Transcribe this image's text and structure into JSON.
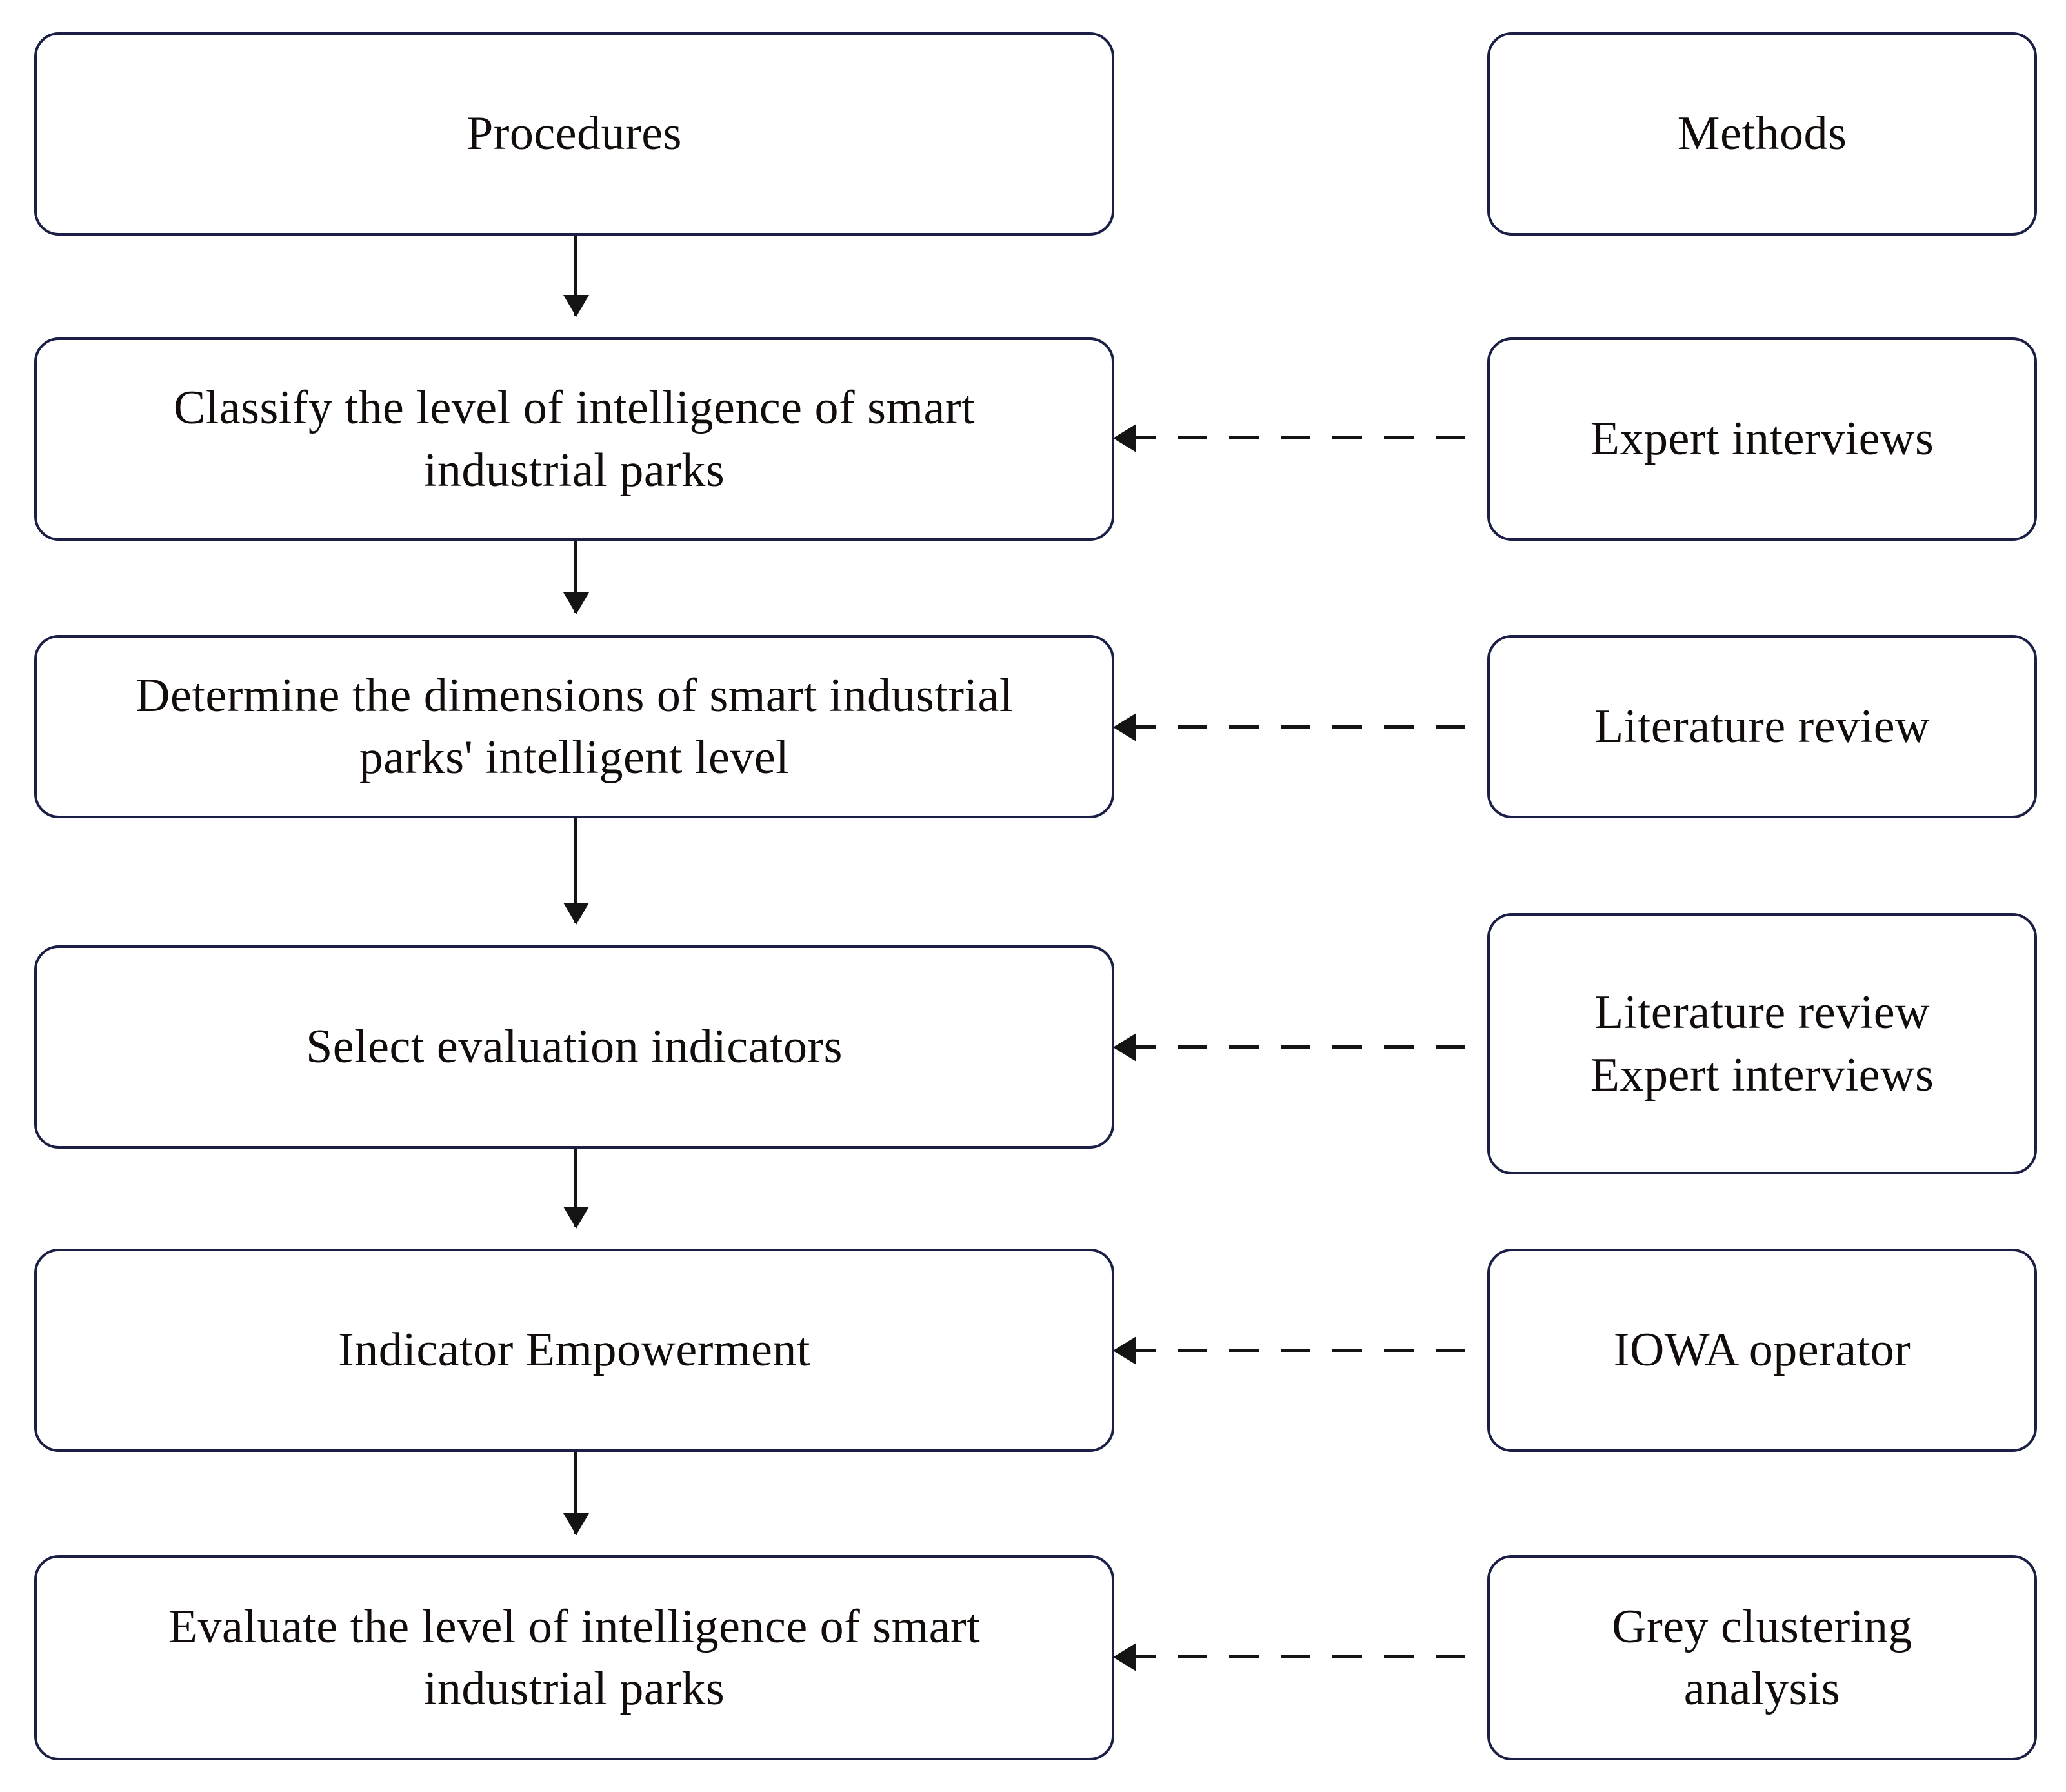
{
  "diagram": {
    "title": "Research procedures and corresponding methods flowchart",
    "colors": {
      "box_border": "#1b1f45",
      "box_fill": "#ffffff",
      "text": "#120d0b",
      "connector": "#141414"
    },
    "columns": [
      {
        "key": "procedures",
        "header": "Procedures"
      },
      {
        "key": "methods",
        "header": "Methods"
      }
    ],
    "headers": {
      "procedures": "Procedures",
      "methods": "Methods"
    },
    "rows": [
      {
        "procedure": "Classify the level of intelligence of smart\nindustrial  parks",
        "method": "Expert interviews"
      },
      {
        "procedure": "Determine the dimensions of smart industrial\nparks' intelligent level",
        "method": "Literature review"
      },
      {
        "procedure": "Select evaluation indicators",
        "method": "Literature review\nExpert interviews"
      },
      {
        "procedure": "Indicator Empowerment",
        "method": "IOWA operator"
      },
      {
        "procedure": "Evaluate the level of intelligence of smart\nindustrial parks",
        "method": "Grey clustering\nanalysis"
      }
    ],
    "connectors": {
      "vertical_style": "solid-arrow-down",
      "horizontal_style": "dashed-arrow-left"
    }
  }
}
